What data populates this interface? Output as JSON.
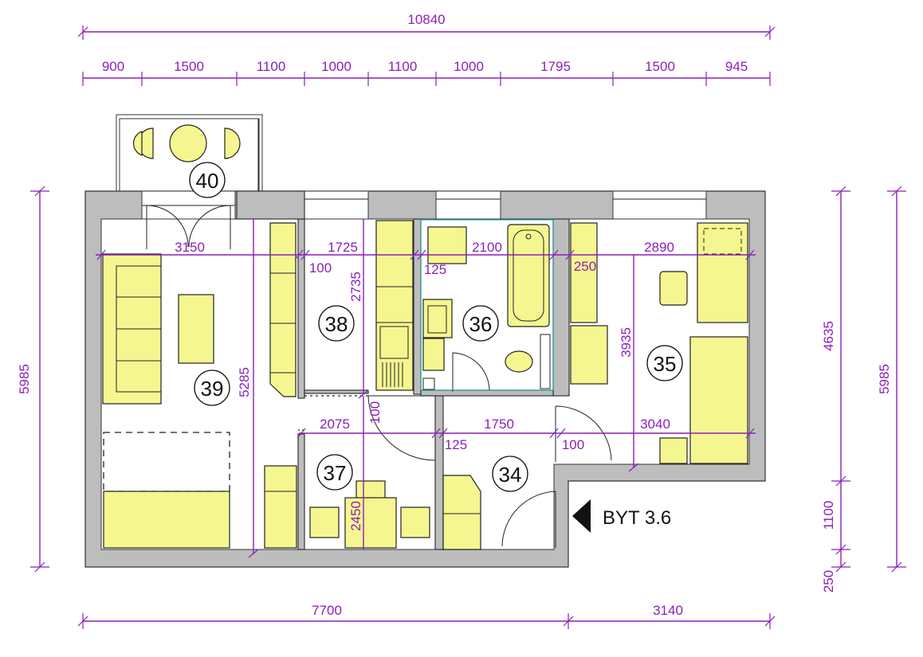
{
  "unit": {
    "label": "BYT 3.6"
  },
  "rooms": [
    {
      "number": "40"
    },
    {
      "number": "39"
    },
    {
      "number": "38"
    },
    {
      "number": "36"
    },
    {
      "number": "35"
    },
    {
      "number": "37"
    },
    {
      "number": "34"
    }
  ],
  "dimensions": {
    "top_total": "10840",
    "top_segments": [
      "900",
      "1500",
      "1100",
      "1000",
      "1100",
      "1000",
      "1795",
      "1500",
      "945"
    ],
    "bottom": [
      "7700",
      "3140"
    ],
    "left": "5985",
    "right_segments": [
      "4635",
      "1100",
      "250"
    ],
    "right_total": "5985",
    "room39_width": "3150",
    "room39_height": "5285",
    "room38_width": "1725",
    "room38_height": "2735",
    "wall_a": "100",
    "wall_b": "125",
    "room36_width": "2100",
    "wall_c": "250",
    "room35_width": "2890",
    "room35_height": "3935",
    "room37_width": "2075",
    "room37_height": "2450",
    "wall_d": "100",
    "wall_e": "125",
    "room34_width": "1750",
    "wall_f": "100",
    "room35_width2": "3040"
  },
  "colors": {
    "dimension": "#8b1fb8",
    "furniture": "#f6f690",
    "wall": "#bdbdbd"
  }
}
